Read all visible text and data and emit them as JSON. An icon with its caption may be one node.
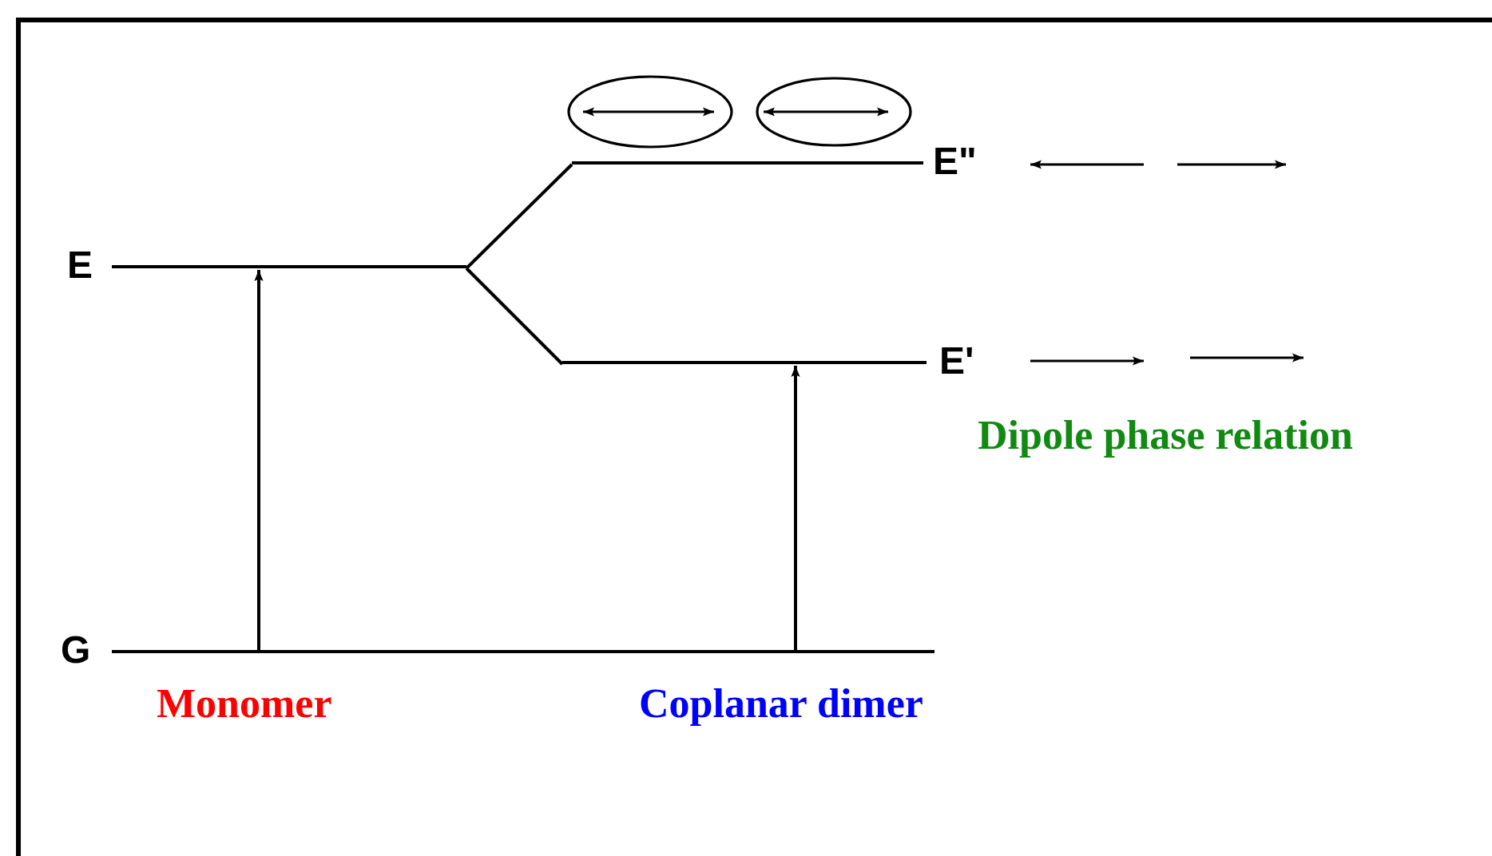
{
  "diagram": {
    "nodes": [
      {
        "text": [
          "E"
        ]
      },
      {
        "text": [
          "E\""
        ]
      },
      {
        "text": [
          "E'"
        ]
      },
      {
        "text": [
          "G"
        ]
      },
      {
        "text": [],
        "shape": "ellipse"
      },
      {
        "text": [],
        "shape": "ellipse"
      }
    ],
    "edges": [
      {
        "from": 0,
        "to": 1,
        "arrow": "none"
      },
      {
        "from": 0,
        "to": 2,
        "arrow": "none"
      },
      {
        "from": 3,
        "to": 0,
        "arrow": "to"
      },
      {
        "from": 3,
        "to": 2,
        "arrow": "to"
      }
    ],
    "labels": [
      "Dipole phase relation",
      "Monomer",
      "Coplanar dimer"
    ]
  }
}
